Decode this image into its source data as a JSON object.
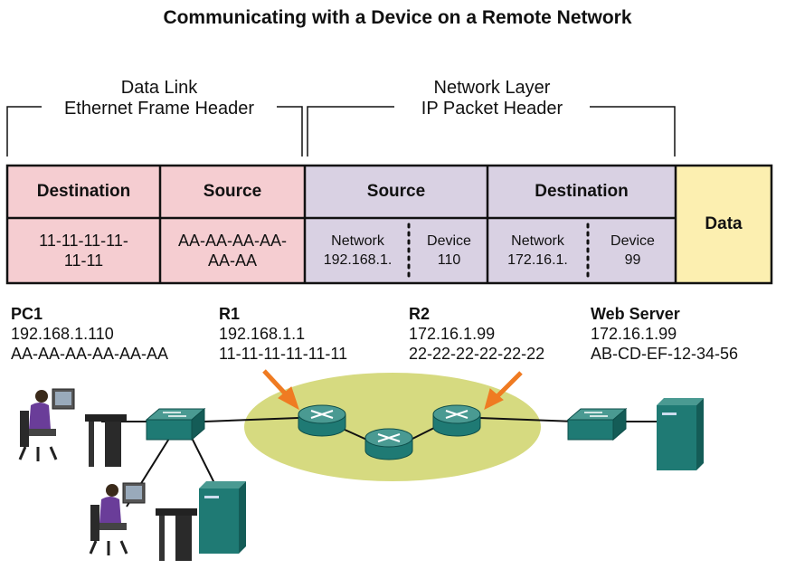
{
  "title": "Communicating with a Device on a Remote Network",
  "headers": {
    "data_link": [
      "Data Link",
      "Ethernet Frame Header"
    ],
    "network": [
      "Network Layer",
      "IP Packet Header"
    ]
  },
  "table": {
    "frame_destination": {
      "label": "Destination",
      "value": "11-11-11-11-11-11",
      "lines": [
        "11-11-11-11-",
        "11-11"
      ]
    },
    "frame_source": {
      "label": "Source",
      "value": "AA-AA-AA-AA-AA-AA",
      "lines": [
        "AA-AA-AA-AA-",
        "AA-AA"
      ]
    },
    "packet_source": {
      "label": "Source",
      "network": {
        "label": "Network",
        "value": "192.168.1."
      },
      "device": {
        "label": "Device",
        "value": "110"
      }
    },
    "packet_destination": {
      "label": "Destination",
      "network": {
        "label": "Network",
        "value": "172.16.1."
      },
      "device": {
        "label": "Device",
        "value": "99"
      }
    },
    "data": "Data"
  },
  "devices": {
    "pc1": {
      "name": "PC1",
      "ip": "192.168.1.110",
      "mac": "AA-AA-AA-AA-AA-AA"
    },
    "r1": {
      "name": "R1",
      "ip": "192.168.1.1",
      "mac": "11-11-11-11-11-11"
    },
    "r2": {
      "name": "R2",
      "ip": "172.16.1.99",
      "mac": "22-22-22-22-22-22"
    },
    "web_server": {
      "name": "Web Server",
      "ip": "172.16.1.99",
      "mac": "AB-CD-EF-12-34-56"
    }
  },
  "colors": {
    "ethernet_fill": "#f5cdd1",
    "ip_fill": "#d9d1e3",
    "data_fill": "#fcefb0",
    "wan_cloud": "#cfd36a",
    "device_teal": "#1f7a74",
    "arrow_orange": "#ef7b22",
    "person_purple": "#6a3d99"
  },
  "icons": [
    "router-icon",
    "switch-icon",
    "server-icon",
    "workstation-icon",
    "pointer-arrow-icon"
  ]
}
